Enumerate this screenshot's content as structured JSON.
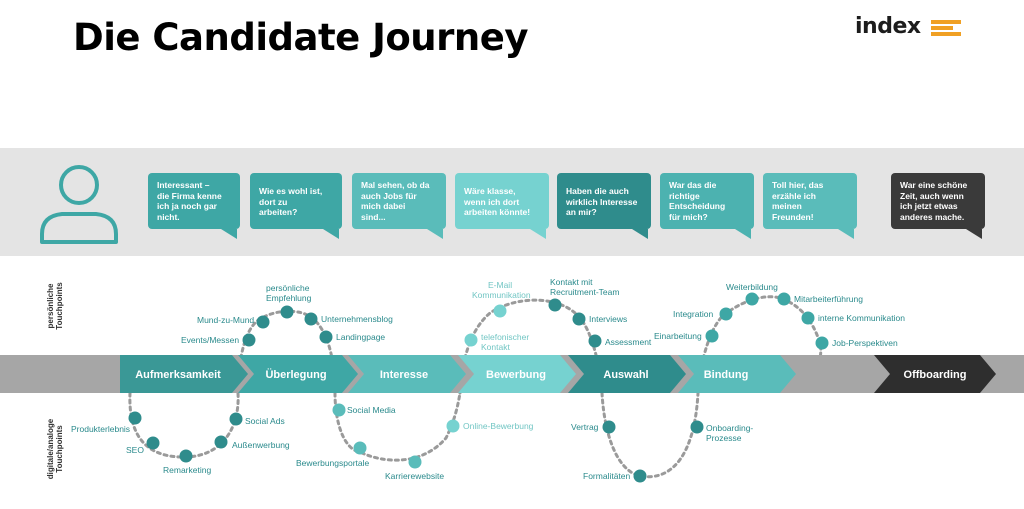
{
  "title": "Die Candidate Journey",
  "logo": {
    "text": "index",
    "bar_color": "#f0a024"
  },
  "icons": {
    "person": "user-icon"
  },
  "colors": {
    "teal_dark": "#2f8c8c",
    "teal_mid": "#3ea7a5",
    "teal_light": "#76d2d0",
    "dark": "#3a3a3a",
    "grey": "#a6a6a6"
  },
  "bubbles": [
    {
      "lines": [
        "Interessant –",
        "die Firma kenne",
        "ich ja noch gar",
        "nicht."
      ]
    },
    {
      "lines": [
        "Wie es wohl ist,",
        "dort zu",
        "arbeiten?"
      ]
    },
    {
      "lines": [
        "Mal sehen, ob da",
        "auch Jobs für",
        "mich dabei",
        "sind..."
      ]
    },
    {
      "lines": [
        "Wäre klasse,",
        "wenn ich dort",
        "arbeiten könnte!"
      ]
    },
    {
      "lines": [
        "Haben die auch",
        "wirklich Interesse",
        "an mir?"
      ]
    },
    {
      "lines": [
        "War das die",
        "richtige",
        "Entscheidung",
        "für mich?"
      ]
    },
    {
      "lines": [
        "Toll hier, das",
        "erzähle ich",
        "meinen",
        "Freunden!"
      ]
    },
    {
      "lines": [
        "War eine schöne",
        "Zeit, auch wenn",
        "ich jetzt etwas",
        "anderes mache."
      ]
    }
  ],
  "phases": [
    "Aufmerksamkeit",
    "Überlegung",
    "Interesse",
    "Bewerbung",
    "Auswahl",
    "Bindung",
    "Offboarding"
  ],
  "side_labels": {
    "top": [
      "persönliche",
      "Touchpoints"
    ],
    "bottom": [
      "digitale/analoge",
      "Touchpoints"
    ]
  },
  "touchpoints": {
    "top": [
      "Events/Messen",
      "Mund-zu-Mund",
      "persönliche",
      "Empfehlung",
      "Unternehmensblog",
      "Landingpage",
      "E-Mail",
      "Kommunikation",
      "Kontakt mit",
      "Recruitment-Team",
      "Interviews",
      "Assessment",
      "telefonischer",
      "Kontakt",
      "Einarbeitung",
      "Integration",
      "Weiterbildung",
      "Mitarbeiterführung",
      "interne Kommunikation",
      "Job-Perspektiven"
    ],
    "bottom": [
      "Produkterlebnis",
      "SEO",
      "Remarketing",
      "Außenwerbung",
      "Social Ads",
      "Social Media",
      "Bewerbungsportale",
      "Karrierewebsite",
      "Online-Bewerbung",
      "Vertrag",
      "Formalitäten",
      "Onboarding-",
      "Prozesse"
    ]
  }
}
